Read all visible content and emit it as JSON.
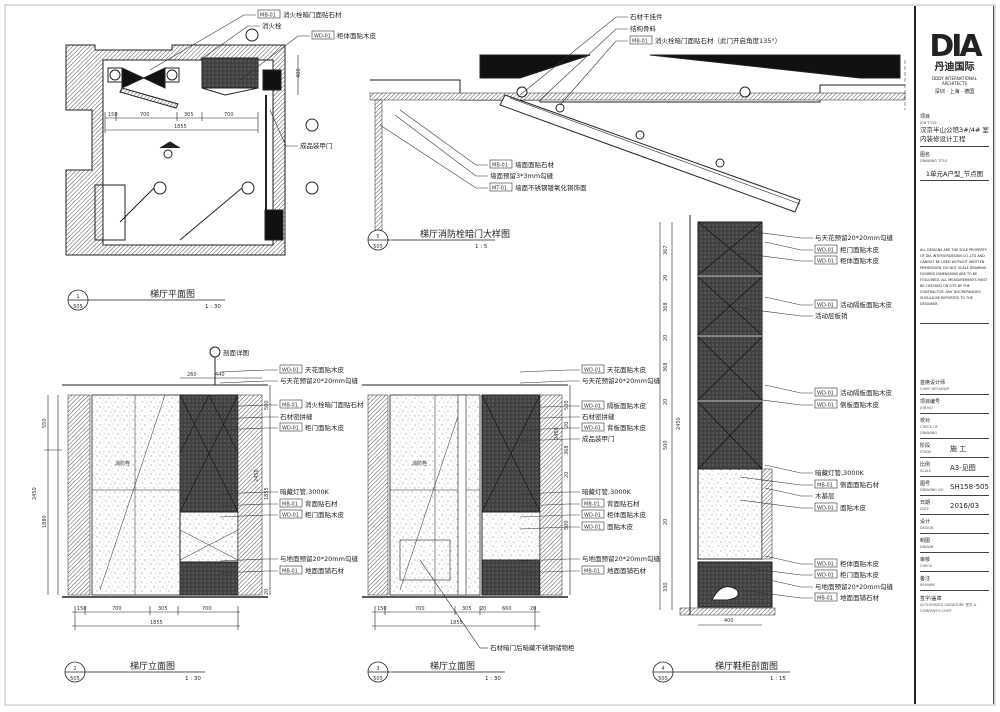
{
  "plan": {
    "title": "梯厅平面图",
    "scale": "1 : 30",
    "ref": "1",
    "sheet": "505",
    "callouts": [
      {
        "tag": "MB-01",
        "text": "消火栓暗门面贴石材"
      },
      {
        "tag": "",
        "text": "消火栓"
      },
      {
        "tag": "WD-01",
        "text": "柜体面贴木皮"
      },
      {
        "tag": "",
        "text": "成品装甲门"
      }
    ],
    "dims": [
      "150",
      "700",
      "305",
      "700",
      "1855",
      "400"
    ]
  },
  "detail5": {
    "title": "梯厅消防栓暗门大样图",
    "scale": "1 : 5",
    "ref": "5",
    "sheet": "505",
    "callouts": [
      {
        "tag": "",
        "text": "石材干挂件"
      },
      {
        "tag": "",
        "text": "结构骨料"
      },
      {
        "tag": "MB-01",
        "text": "消火栓暗门面贴石材（此门开启角度135°）"
      },
      {
        "tag": "MB-01",
        "text": "墙面面贴石材"
      },
      {
        "tag": "",
        "text": "墙面预留3*3mm勾缝"
      },
      {
        "tag": "MT-01",
        "text": "墙面不锈钢镀氧化铜饰面"
      }
    ]
  },
  "elev2": {
    "title": "梯厅立面图",
    "scale": "1 : 30",
    "ref": "2",
    "sheet": "505",
    "section_mark": "剖面详图",
    "callouts": [
      {
        "tag": "WD-01",
        "text": "天花面贴木皮"
      },
      {
        "tag": "",
        "text": "与天花预留20*20mm勾缝"
      },
      {
        "tag": "MB-01",
        "text": "消火栓暗门面贴石材"
      },
      {
        "tag": "",
        "text": "石材密拼缝"
      },
      {
        "tag": "WD-01",
        "text": "柜门面贴木皮"
      },
      {
        "tag": "",
        "text": "暗藏灯管,3000K"
      },
      {
        "tag": "MB-01",
        "text": "背面贴石材"
      },
      {
        "tag": "WD-01",
        "text": "柜门面贴木皮"
      },
      {
        "tag": "",
        "text": "与地面预留20*20mm勾缝"
      },
      {
        "tag": "MB-01",
        "text": "地面面铺石材"
      }
    ],
    "dims_top": [
      "260",
      "440"
    ],
    "dims_left": [
      "550",
      "1880",
      "2450"
    ],
    "dims_right": [
      "500",
      "1855",
      "2450",
      "20"
    ],
    "dims_bottom": [
      "150",
      "700",
      "305",
      "700",
      "1855"
    ],
    "room_tag": "消防栓"
  },
  "elev3": {
    "title": "梯厅立面图",
    "scale": "1 : 30",
    "ref": "3",
    "sheet": "505",
    "callouts": [
      {
        "tag": "WD-01",
        "text": "天花面贴木皮"
      },
      {
        "tag": "",
        "text": "与天花预留20*20mm勾缝"
      },
      {
        "tag": "WD-01",
        "text": "隔板面贴木皮"
      },
      {
        "tag": "",
        "text": "石材密拼缝"
      },
      {
        "tag": "WD-01",
        "text": "背板面贴木皮"
      },
      {
        "tag": "",
        "text": "成品装甲门"
      },
      {
        "tag": "",
        "text": "暗藏灯管,3000K"
      },
      {
        "tag": "MB-01",
        "text": "背面贴石材"
      },
      {
        "tag": "WD-01",
        "text": "柜体面贴木皮"
      },
      {
        "tag": "WD-01",
        "text": "面贴木皮"
      },
      {
        "tag": "",
        "text": "与地面预留20*20mm勾缝"
      },
      {
        "tag": "MB-01",
        "text": "地面面铺石材"
      }
    ],
    "note": "石材暗门后暗藏不锈钢储物柜",
    "dims_bottom": [
      "150",
      "700",
      "305",
      "20",
      "660",
      "20",
      "1855"
    ],
    "dims_right": [
      "500",
      "20",
      "368",
      "20",
      "500",
      "2450"
    ],
    "room_tag": "消防栓"
  },
  "sec4": {
    "title": "梯厅鞋柜剖面图",
    "scale": "1 : 15",
    "ref": "4",
    "sheet": "505",
    "callouts": [
      {
        "tag": "",
        "text": "与天花预留20*20mm勾缝"
      },
      {
        "tag": "WD-01",
        "text": "柜门面贴木皮"
      },
      {
        "tag": "WD-01",
        "text": "柜体面贴木皮"
      },
      {
        "tag": "WD-01",
        "text": "活动隔板面贴木皮"
      },
      {
        "tag": "",
        "text": "活动层板销"
      },
      {
        "tag": "WD-01",
        "text": "活动隔板面贴木皮"
      },
      {
        "tag": "WD-01",
        "text": "侧板面贴木皮"
      },
      {
        "tag": "",
        "text": "暗藏灯管,3000K"
      },
      {
        "tag": "MB-01",
        "text": "侧面面贴石材"
      },
      {
        "tag": "",
        "text": "木基层"
      },
      {
        "tag": "WD-01",
        "text": "面贴木皮"
      },
      {
        "tag": "WD-01",
        "text": "柜体面贴木皮"
      },
      {
        "tag": "WD-01",
        "text": "柜门面贴木皮"
      },
      {
        "tag": "",
        "text": "与地面预留20*20mm勾缝"
      },
      {
        "tag": "MB-01",
        "text": "地面面铺石材"
      }
    ],
    "dims_left": [
      "367",
      "20",
      "368",
      "20",
      "368",
      "20",
      "500",
      "20",
      "330"
    ],
    "dim_total": "2450",
    "dim_bottom": "400"
  },
  "titleblock": {
    "logo": "DIA",
    "logo_cn": "丹迪国际",
    "company": "DDDY INTERNATIONAL ARCHITECTS",
    "cities": "深圳 · 上海 · 德国",
    "job_label": "项目",
    "job_label_en": "JOB TITLE",
    "job_title": "汉京半山公馆3#/4# 室内装修设计工程",
    "drawing_label": "图名",
    "drawing_label_en": "DRAWING TITLE",
    "drawing_title": "1单元A户型_节点图",
    "disclaimer": "ALL DESIGNS ARE THE SOLE PROPERTY OF DIA INTERIORDESIGN CO.,LTD AND CANNOT BE USED WITHOUT WRITTEN PERMISSION. DO NOT SCALE DRAWING. FIGURED DIMENSIONS ARE TO BE FOLLOWED. ALL MEASUREMENTS MUST BE CHECKED ON SITE BY THE CONTRACTOR. ANY DISCREPANCIES SHOULD BE REPORTED TO THE DESIGNER.",
    "rows": [
      {
        "k": "首席设计师",
        "en": "CHIEF DESIGNER",
        "v": ""
      },
      {
        "k": "项目编号",
        "en": "JOB NO",
        "v": ""
      },
      {
        "k": "校对",
        "en": "CHECK OF DRAWING",
        "v": ""
      },
      {
        "k": "阶段",
        "en": "STAGE",
        "v": "施 工"
      },
      {
        "k": "比例",
        "en": "SCALE",
        "v": "A3-见图"
      },
      {
        "k": "图号",
        "en": "DRAWING NO",
        "v": "SH158-505"
      },
      {
        "k": "日期",
        "en": "DATE",
        "v": "2016/03"
      },
      {
        "k": "设计",
        "en": "DESIGN",
        "v": ""
      },
      {
        "k": "制图",
        "en": "DRAWN",
        "v": ""
      },
      {
        "k": "审核",
        "en": "CHECK",
        "v": ""
      },
      {
        "k": "备注",
        "en": "REMARK",
        "v": ""
      }
    ],
    "signature": "签字/盖章",
    "signature_en": "AUTHORIZED SIGNATURE 签字 & COMPANY'S CHOP"
  }
}
